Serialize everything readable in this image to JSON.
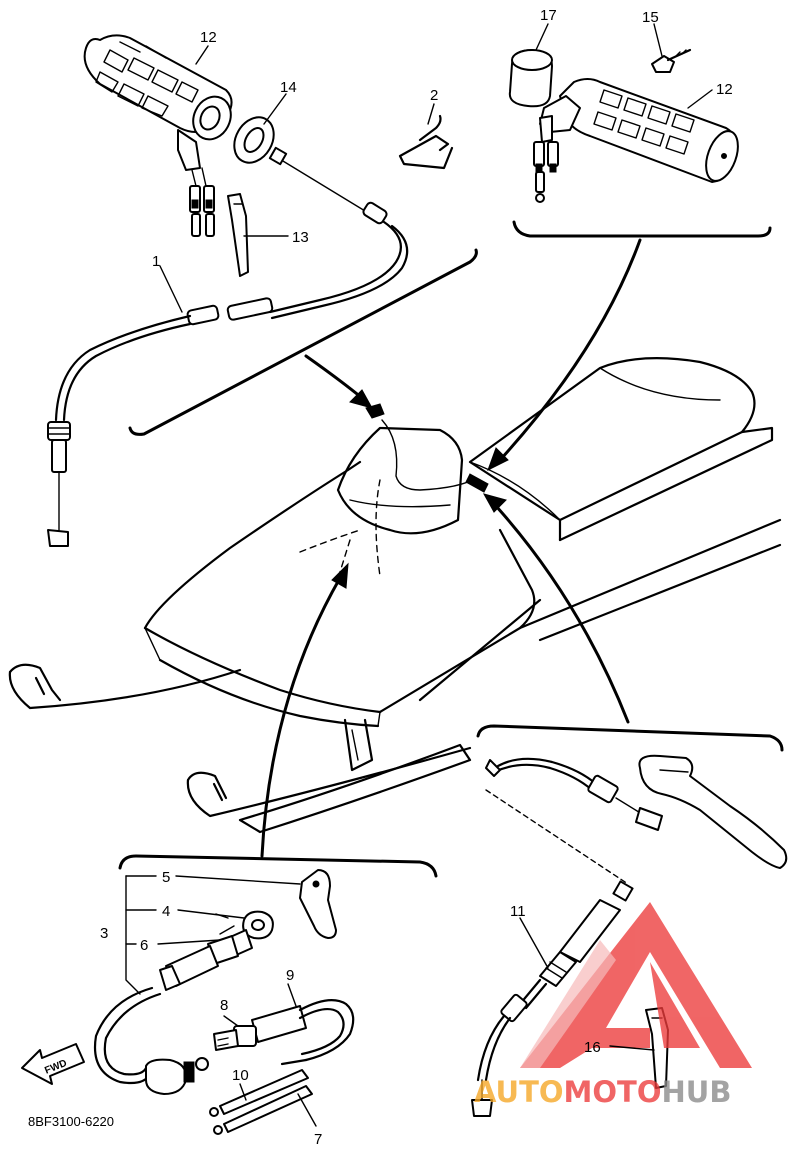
{
  "diagram": {
    "callouts": {
      "p1": "1",
      "p2": "2",
      "p3": "3",
      "p4": "4",
      "p5": "5",
      "p6": "6",
      "p7": "7",
      "p8": "8",
      "p9": "9",
      "p10": "10",
      "p11": "11",
      "p12_left": "12",
      "p12_right": "12",
      "p13": "13",
      "p14": "14",
      "p15": "15",
      "p16": "16",
      "p17": "17"
    },
    "drawing_code": "8BF3100-6220",
    "fwd_label": "FWD"
  },
  "watermark": {
    "part1": "AUTO",
    "part2": "MOTO",
    "part3": "HUB",
    "colors": {
      "orange": "#f5a623",
      "red": "#ec3b3b",
      "gray": "#8a8a8a"
    }
  }
}
